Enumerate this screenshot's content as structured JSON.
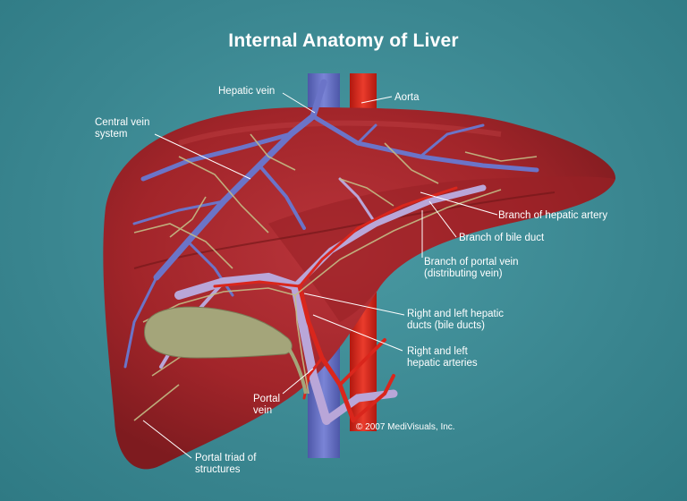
{
  "title": "Internal Anatomy of Liver",
  "labels": {
    "hepatic_vein": "Hepatic vein",
    "aorta": "Aorta",
    "central_vein_1": "Central vein",
    "central_vein_2": "system",
    "branch_hepatic_artery": "Branch of hepatic artery",
    "branch_bile_duct": "Branch of bile duct",
    "branch_portal_vein_1": "Branch of portal vein",
    "branch_portal_vein_2": "(distributing vein)",
    "hepatic_ducts_1": "Right and left hepatic",
    "hepatic_ducts_2": "ducts (bile ducts)",
    "hepatic_arteries_1": "Right and left",
    "hepatic_arteries_2": "hepatic arteries",
    "portal_vein_1": "Portal",
    "portal_vein_2": "vein",
    "portal_triad_1": "Portal triad of",
    "portal_triad_2": "structures"
  },
  "copyright": "© 2007 MediVisuals, Inc.",
  "colors": {
    "background": "#3d8b95",
    "liver": "#a8262b",
    "vein": "#6b74c8",
    "artery": "#d9261c",
    "portal_vein": "#b9a6d8",
    "bile_duct": "#b7b27e",
    "gallbladder": "#a4a57a"
  }
}
